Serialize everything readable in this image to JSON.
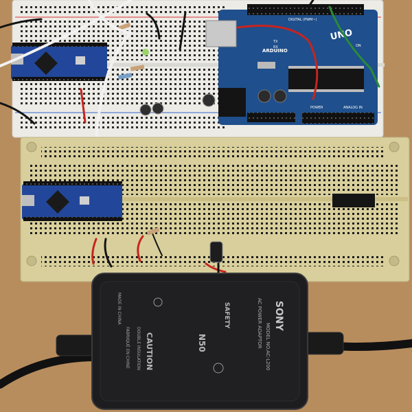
{
  "scene": {
    "description_free": true,
    "colors": {
      "table": "#b88d5e",
      "breadboard_top": "#ecebe6",
      "breadboard_bottom": "#d8cf9c",
      "arduino_blue": "#1f4f8c",
      "nano_blue": "#22479a",
      "adapter_black": "#1d1d1f",
      "wire_red": "#c8241e",
      "wire_black": "#141414",
      "wire_green": "#2b8a3a",
      "wire_white": "#f2f2f2"
    }
  },
  "arduino_uno": {
    "brand": "ARDUINO",
    "model": "UNO",
    "digital_label": "DIGITAL (PWM~)",
    "power_label": "POWER",
    "analog_label": "ANALOG IN",
    "tx_label": "TX",
    "rx_label": "RX",
    "on_label": "ON"
  },
  "adapter": {
    "brand": "SONY",
    "model": "MODEL NO.AC-L200",
    "type": "AC POWER ADAPTOR",
    "caution": "CAUTION",
    "insulation": "DOUBLE INSULATION",
    "origin": "MADE IN CHINA",
    "origin_fr": "FABRIQUÉ EN CHINE",
    "safety": "SAFETY",
    "code": "N50"
  }
}
